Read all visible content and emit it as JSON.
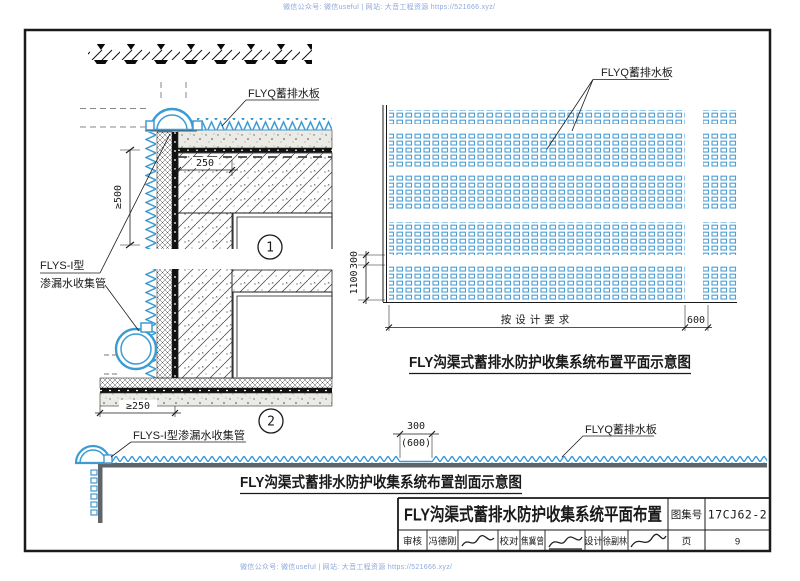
{
  "watermark": {
    "text": "微信公众号: 微信useful | 网站: 大音工程资源 https://521666.xyz/"
  },
  "detail": {
    "label_flyq": "FLYQ蓄排水板",
    "label_flys1": "FLYS-I型",
    "label_flys2": "渗漏水收集管",
    "dim_depth": "≥500",
    "dim_wall": "250",
    "dim_slab": "≥250",
    "bubble1": "1",
    "bubble2": "2"
  },
  "plan": {
    "label_flyq": "FLYQ蓄排水板",
    "dim_gap": "300",
    "dim_band": "1100",
    "dim_strip": "600",
    "dim_field": "按设计要求",
    "caption": "FLY沟渠式蓄排水防护收集系统布置平面示意图"
  },
  "profile": {
    "label_flys": "FLYS-I型渗漏水收集管",
    "label_flyq": "FLYQ蓄排水板",
    "dim_300": "300",
    "dim_600": "(600)",
    "caption": "FLY沟渠式蓄排水防护收集系统布置剖面示意图"
  },
  "titleblock": {
    "title": "FLY沟渠式蓄排水防护收集系统平面布置",
    "atlas_label": "图集号",
    "atlas_no": "17CJ62-2",
    "page_label": "页",
    "page_no": "9",
    "reviewer_label": "审核",
    "reviewer_name": "冯德刚",
    "proofreader_label": "校对",
    "proofreader_name": "焦冀曾",
    "designer_label": "设计",
    "designer_name": "徐副林"
  },
  "colors": {
    "board_blue": "#3d9bd4",
    "line_black": "#1a1a1a",
    "base_gray": "#5f6468",
    "watermark_blue": "#8fa8dc"
  }
}
